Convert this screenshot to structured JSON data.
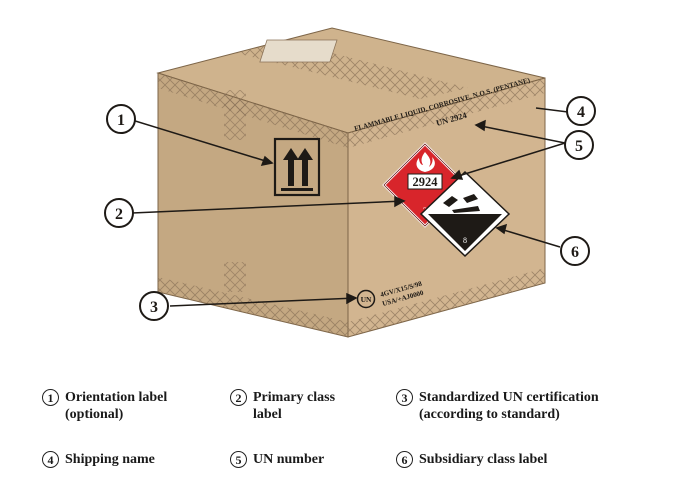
{
  "box": {
    "shipping_name": "FLAMMABLE LIQUID, CORROSIVE, N.O.S. (PENTANE)",
    "un_number_text": "UN 2924",
    "hazard_label_number": "2924",
    "hazard_label_class": "3",
    "subsidiary_label_class": "8",
    "cert_line1": "4GV/X15/S/98",
    "cert_line2": "USA/+AJ0000",
    "un_symbol": "UN"
  },
  "callouts": [
    {
      "number": "1"
    },
    {
      "number": "2"
    },
    {
      "number": "3"
    },
    {
      "number": "4"
    },
    {
      "number": "5"
    },
    {
      "number": "6"
    }
  ],
  "legend": [
    {
      "number": "1",
      "line1": "Orientation label",
      "line2": "(optional)"
    },
    {
      "number": "2",
      "line1": "Primary class",
      "line2": "label"
    },
    {
      "number": "3",
      "line1": "Standardized UN certification",
      "line2": "(according to standard)"
    },
    {
      "number": "4",
      "line1": "Shipping name",
      "line2": ""
    },
    {
      "number": "5",
      "line1": "UN number",
      "line2": ""
    },
    {
      "number": "6",
      "line1": "Subsidiary class label",
      "line2": ""
    }
  ],
  "colors": {
    "cardboard_front": "#c4a882",
    "cardboard_side": "#d2b590",
    "cardboard_top": "#cfb38d",
    "hazard_red": "#d8252b",
    "ink": "#222222"
  }
}
